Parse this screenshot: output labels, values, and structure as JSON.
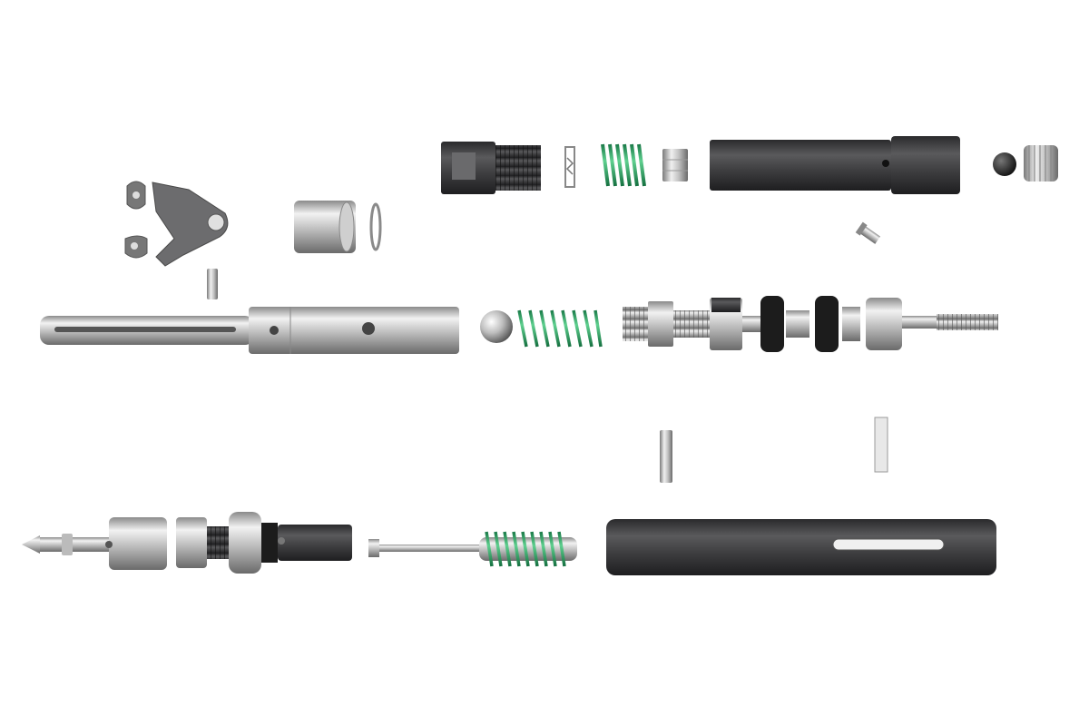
{
  "scene": {
    "background": "#ffffff",
    "colors": {
      "steel_light": "#e6e6e6",
      "steel_mid": "#a9a9a9",
      "steel_dark": "#6c6c6c",
      "black_metal": "#3e3e40",
      "black_dark": "#232325",
      "spring_green": "#1f9a5a",
      "spring_green_light": "#5fd08f",
      "rubber": "#1c1c1c"
    },
    "parts": [
      "hex-nut-body",
      "small-clip",
      "spring",
      "hex-cap",
      "outer-tube-upper",
      "steel-ball",
      "threaded-end-cap",
      "grease-fitting",
      "linkage-plates",
      "bushing-sleeve",
      "snap-ring",
      "dowel-pin",
      "main-shaft",
      "ball-bearing",
      "shaft-spring",
      "valve-stem-assembly",
      "loose-pin",
      "key-plate",
      "pointed-tip",
      "seal-stack",
      "bolt-with-spring",
      "outer-tube-lower"
    ]
  }
}
